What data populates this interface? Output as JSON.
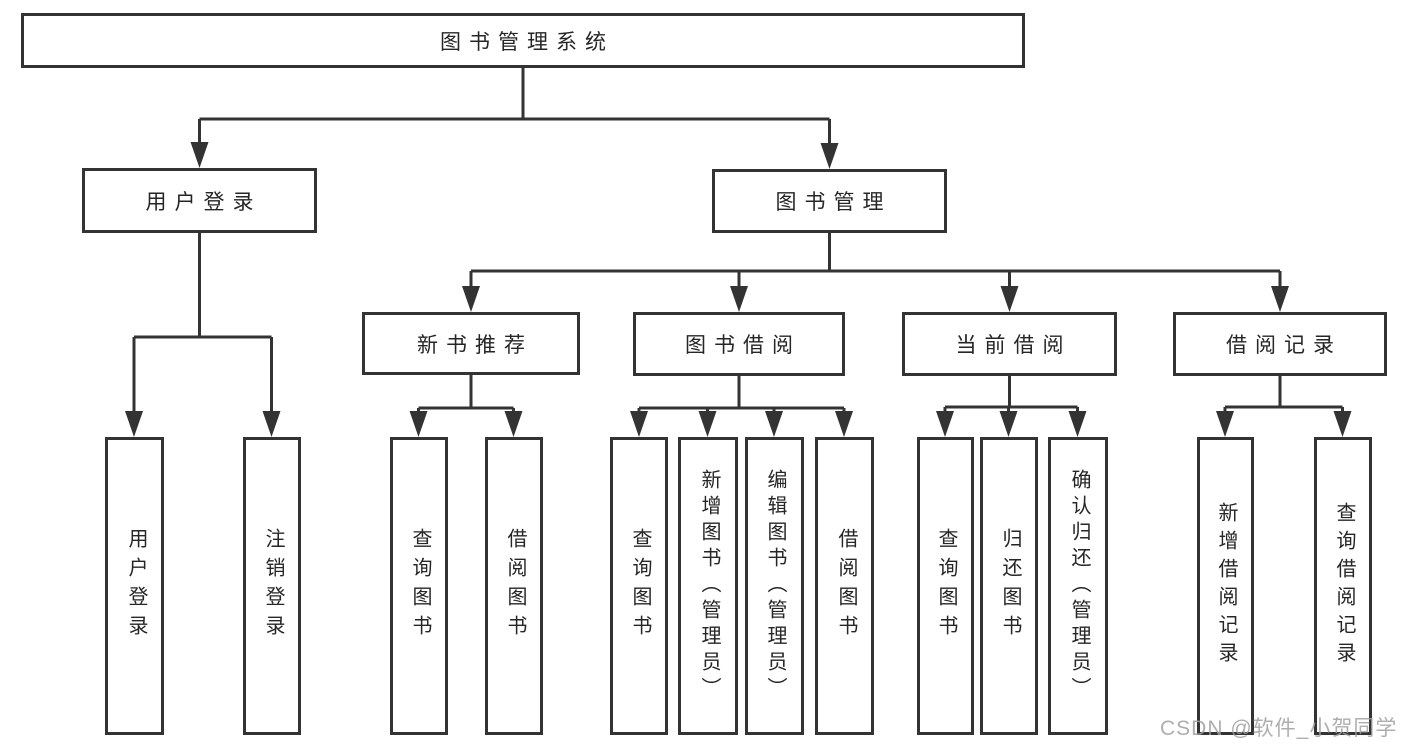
{
  "diagram": {
    "root": {
      "label": "图书管理系统"
    },
    "level1": [
      {
        "label": "用户登录"
      },
      {
        "label": "图书管理"
      }
    ],
    "level2": [
      {
        "label": "新书推荐"
      },
      {
        "label": "图书借阅"
      },
      {
        "label": "当前借阅"
      },
      {
        "label": "借阅记录"
      }
    ],
    "leaves": {
      "user": [
        "用户登录",
        "注销登录"
      ],
      "recommend": [
        "查询图书",
        "借阅图书"
      ],
      "borrow": [
        "查询图书",
        "新增图书（管理员）",
        "编辑图书（管理员）",
        "借阅图书"
      ],
      "current": [
        "查询图书",
        "归还图书",
        "确认归还（管理员）"
      ],
      "records": [
        "新增借阅记录",
        "查询借阅记录"
      ]
    }
  },
  "watermark": {
    "text": "CSDN @软件_小贺同学"
  },
  "colors": {
    "line": "#333333",
    "text": "#262626",
    "watermark": "#a0a0a0",
    "box_background": "#ffffff"
  }
}
